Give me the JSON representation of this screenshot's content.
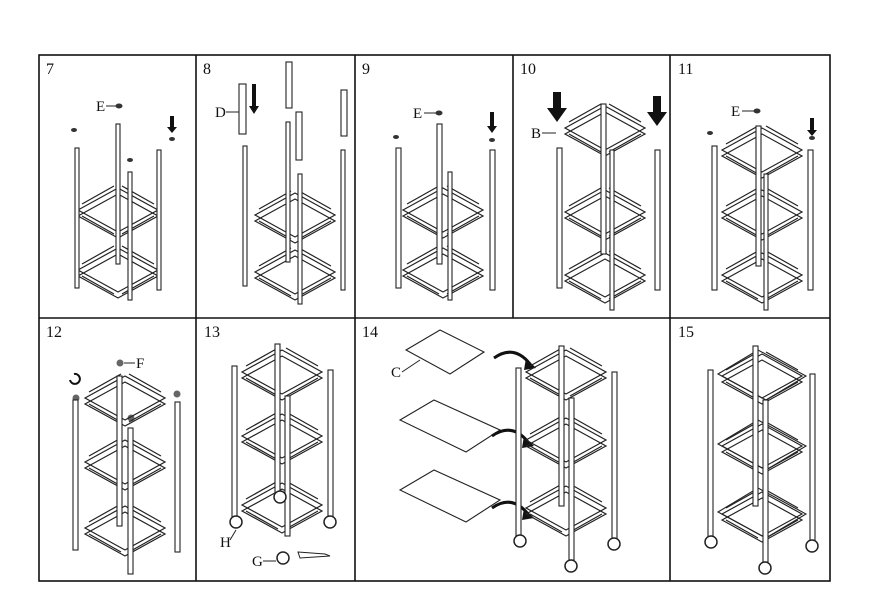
{
  "diagram": {
    "panels": [
      {
        "step": "7",
        "labels": [
          "E"
        ]
      },
      {
        "step": "8",
        "labels": [
          "D"
        ]
      },
      {
        "step": "9",
        "labels": [
          "E"
        ]
      },
      {
        "step": "10",
        "labels": [
          "B"
        ]
      },
      {
        "step": "11",
        "labels": [
          "E"
        ]
      },
      {
        "step": "12",
        "labels": [
          "F"
        ]
      },
      {
        "step": "13",
        "labels": [
          "H",
          "G"
        ]
      },
      {
        "step": "14",
        "labels": [
          "C"
        ]
      },
      {
        "step": "15",
        "labels": []
      }
    ]
  }
}
